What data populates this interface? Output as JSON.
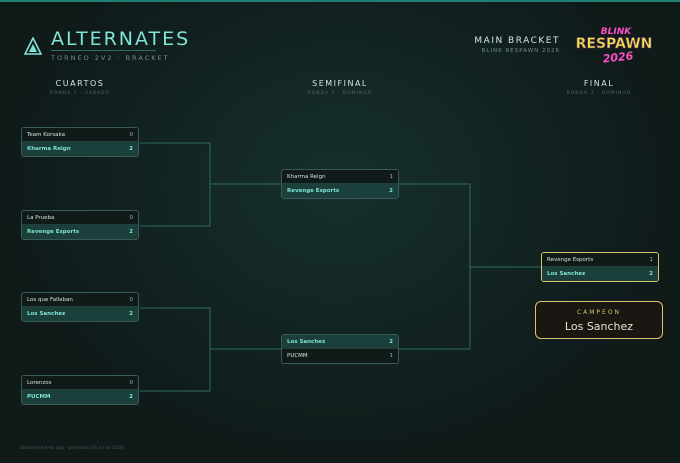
{
  "header": {
    "title": "ALTERNATES",
    "subtitle": "TORNEO 2V2 · BRACKET",
    "main_bracket": "MAIN BRACKET",
    "main_bracket_sub": "BLINK RESPAWN 2026",
    "event_logo": {
      "line1": "BLINK",
      "line2": "RESPAWN",
      "line3": "2026"
    }
  },
  "rounds": [
    {
      "name": "CUARTOS",
      "sub": "RONDA 1 · SABADO"
    },
    {
      "name": "SEMIFINAL",
      "sub": "RONDA 2 · DOMINGO"
    },
    {
      "name": "FINAL",
      "sub": "RONDA 3 · DOMINGO"
    }
  ],
  "matches": {
    "q1": {
      "top": {
        "team": "Team Korsaka",
        "score": "0",
        "win": false
      },
      "bottom": {
        "team": "Kharma Reign",
        "score": "2",
        "win": true
      }
    },
    "q2": {
      "top": {
        "team": "La Prueba",
        "score": "0",
        "win": false
      },
      "bottom": {
        "team": "Revenge Esports",
        "score": "2",
        "win": true
      }
    },
    "q3": {
      "top": {
        "team": "Los que Fallaban",
        "score": "0",
        "win": false
      },
      "bottom": {
        "team": "Los Sanchez",
        "score": "2",
        "win": true
      }
    },
    "q4": {
      "top": {
        "team": "Lorenzos",
        "score": "0",
        "win": false
      },
      "bottom": {
        "team": "PUCMM",
        "score": "2",
        "win": true
      }
    },
    "s1": {
      "top": {
        "team": "Kharma Reign",
        "score": "1",
        "win": false
      },
      "bottom": {
        "team": "Revenge Esports",
        "score": "2",
        "win": true
      }
    },
    "s2": {
      "top": {
        "team": "Los Sanchez",
        "score": "2",
        "win": true
      },
      "bottom": {
        "team": "PUCMM",
        "score": "1",
        "win": false
      }
    },
    "f1": {
      "top": {
        "team": "Revenge Esports",
        "score": "1",
        "win": false
      },
      "bottom": {
        "team": "Los Sanchez",
        "score": "2",
        "win": true
      }
    }
  },
  "champion": {
    "label": "CAMPEON",
    "name": "Los Sanchez"
  },
  "footer": "blinkevent web app · generado 06 jul de 2026",
  "colors": {
    "accent": "#7fe5d6",
    "gold": "#d8c46a",
    "background": "#0f1a19"
  }
}
